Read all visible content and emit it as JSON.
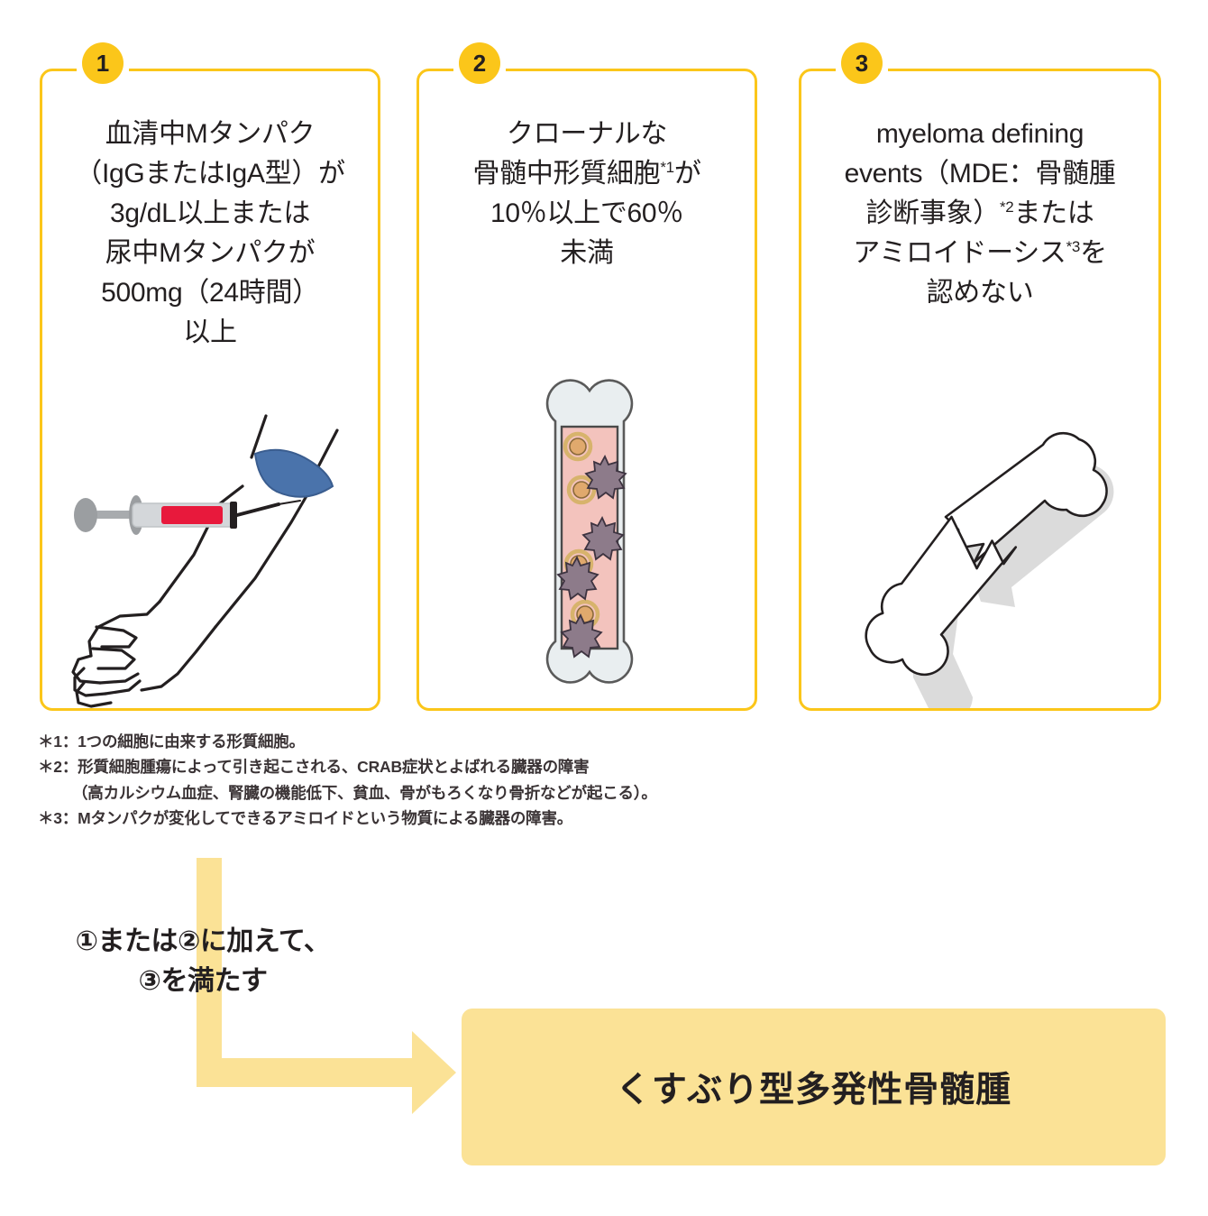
{
  "theme": {
    "panel_border": "#fbc61a",
    "badge_bg": "#fbc61a",
    "arrow_fill": "#fbe296",
    "result_bg": "#fbe296",
    "text": "#231f20",
    "marrow_pink": "#f3c3bd",
    "bone_fill": "#e9eef0",
    "cell_orange": "#e0a96d",
    "cell_purple": "#8d7b8a",
    "tourniquet_blue": "#4a73ab",
    "blood_red": "#e8193c"
  },
  "panels": [
    {
      "number": "1",
      "text": "血清中Mタンパク\n（IgGまたはIgA型）が\n3g/dL以上または\n尿中Mタンパクが\n500mg（24時間）\n以上",
      "art": "blood-draw-illustration"
    },
    {
      "number": "2",
      "text_before_sup": "クローナルな\n骨髄中形質細胞",
      "sup": "*1",
      "text_after_sup": "が\n10％以上で60％\n未満",
      "art": "bone-marrow-illustration"
    },
    {
      "number": "3",
      "line1": "myeloma defining",
      "line2_before_sup": "events（MDE：骨髄腫\n診断事象）",
      "sup1": "*2",
      "line3_before_sup": "または\nアミロイドーシス",
      "sup2": "*3",
      "line_end": "を\n認めない",
      "art": "fractured-bone-illustration"
    }
  ],
  "footnotes": [
    "＊1：1つの細胞に由来する形質細胞。",
    "＊2：形質細胞腫瘍によって引き起こされる、CRAB症状とよばれる臓器の障害",
    "（高カルシウム血症、腎臓の機能低下、貧血、骨がもろくなり骨折などが起こる）。",
    "＊3：Mタンパクが変化してできるアミロイドという物質による臓器の障害。"
  ],
  "flow": {
    "condition_label": "①または②に加えて、\n③を満たす",
    "arrow_name": "elbow-arrow-right"
  },
  "result": {
    "label": "くすぶり型多発性骨髄腫"
  }
}
